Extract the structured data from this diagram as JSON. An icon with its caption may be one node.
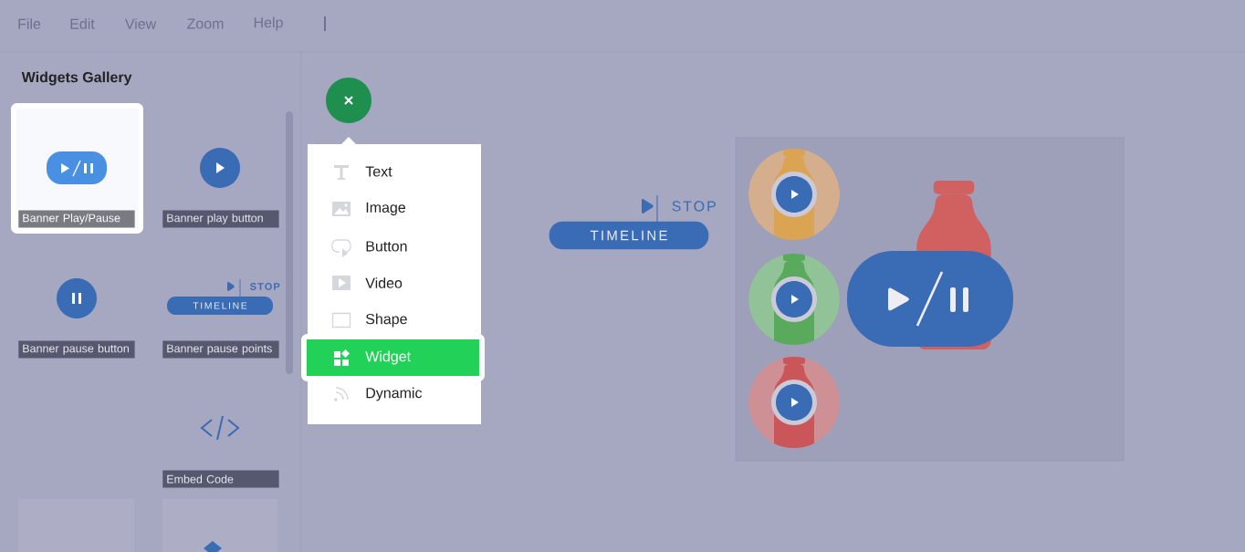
{
  "diagram": {
    "labels": [
      "File",
      "Edit",
      "View",
      "Zoom",
      "Help",
      "Widgets Gallery",
      "Banner Play/Pause",
      "Banner play button",
      "STOP",
      "TIMELINE",
      "Banner pause button",
      "Banner pause points",
      "Embed Code",
      "Text",
      "Image",
      "Button",
      "Video",
      "Shape",
      "Widget",
      "Dynamic",
      "STOP",
      "TIMELINE"
    ]
  }
}
